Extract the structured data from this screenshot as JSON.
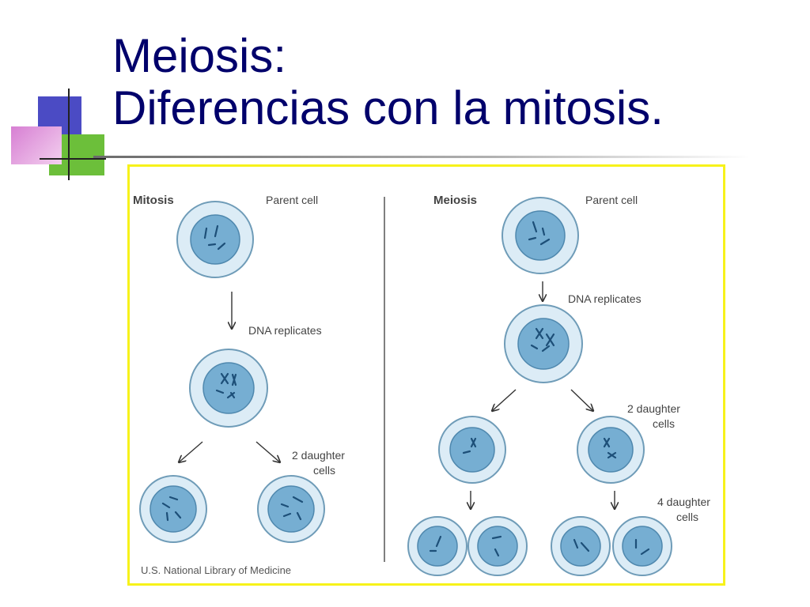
{
  "slide": {
    "title_line1": "Meiosis:",
    "title_line2": "Diferencias con la mitosis.",
    "colors": {
      "title": "#00006b",
      "frame_border": "#f7f21a",
      "deco_blue": "#4b4bc4",
      "deco_green": "#6cbf3a",
      "deco_pink": "#e79de0"
    }
  },
  "diagram": {
    "mitosis": {
      "heading": "Mitosis",
      "parent_label": "Parent cell",
      "replicate_label": "DNA replicates",
      "daughters_line1": "2 daughter",
      "daughters_line2": "cells"
    },
    "meiosis": {
      "heading": "Meiosis",
      "parent_label": "Parent cell",
      "replicate_label": "DNA replicates",
      "daughters2_line1": "2 daughter",
      "daughters2_line2": "cells",
      "daughters4_line1": "4 daughter",
      "daughters4_line2": "cells"
    },
    "credit": "U.S. National Library of Medicine"
  }
}
